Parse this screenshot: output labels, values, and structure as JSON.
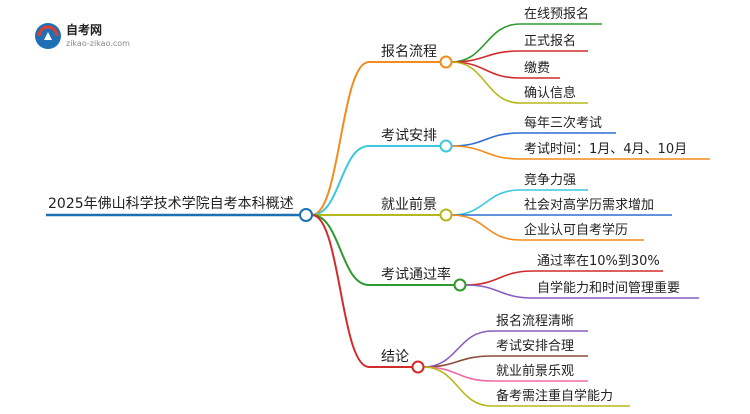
{
  "logo": {
    "title": "自考网",
    "url": "zikao-zikao.com"
  },
  "root": {
    "label": "2025年佛山科学技术学院自考本科概述"
  },
  "colors": {
    "root": "#1f6fb5",
    "orange": "#f28c1c",
    "cyan": "#3cc8dc",
    "olive": "#b5b81c",
    "green": "#2e9a2e",
    "brown": "#8b4b3a",
    "red": "#d22b2b",
    "purple": "#8a5bbd",
    "pink": "#ee6aa7",
    "blue": "#2b6fd3"
  },
  "branches": [
    {
      "label": "报名流程",
      "color": "orange",
      "leaves": [
        {
          "label": "在线预报名",
          "color": "green"
        },
        {
          "label": "正式报名",
          "color": "red"
        },
        {
          "label": "缴费",
          "color": "red"
        },
        {
          "label": "确认信息",
          "color": "olive"
        }
      ]
    },
    {
      "label": "考试安排",
      "color": "cyan",
      "leaves": [
        {
          "label": "每年三次考试",
          "color": "blue"
        },
        {
          "label": "考试时间：1月、4月、10月",
          "color": "orange"
        }
      ]
    },
    {
      "label": "就业前景",
      "color": "olive",
      "leaves": [
        {
          "label": "竞争力强",
          "color": "cyan"
        },
        {
          "label": "社会对高学历需求增加",
          "color": "blue"
        },
        {
          "label": "企业认可自考学历",
          "color": "orange"
        }
      ]
    },
    {
      "label": "考试通过率",
      "color": "green",
      "leaves": [
        {
          "label": "通过率在10%到30%",
          "color": "red"
        },
        {
          "label": "自学能力和时间管理重要",
          "color": "purple"
        }
      ]
    },
    {
      "label": "结论",
      "color": "red",
      "leaves": [
        {
          "label": "报名流程清晰",
          "color": "purple"
        },
        {
          "label": "考试安排合理",
          "color": "brown"
        },
        {
          "label": "就业前景乐观",
          "color": "pink"
        },
        {
          "label": "备考需注重自学能力",
          "color": "olive"
        }
      ]
    }
  ]
}
